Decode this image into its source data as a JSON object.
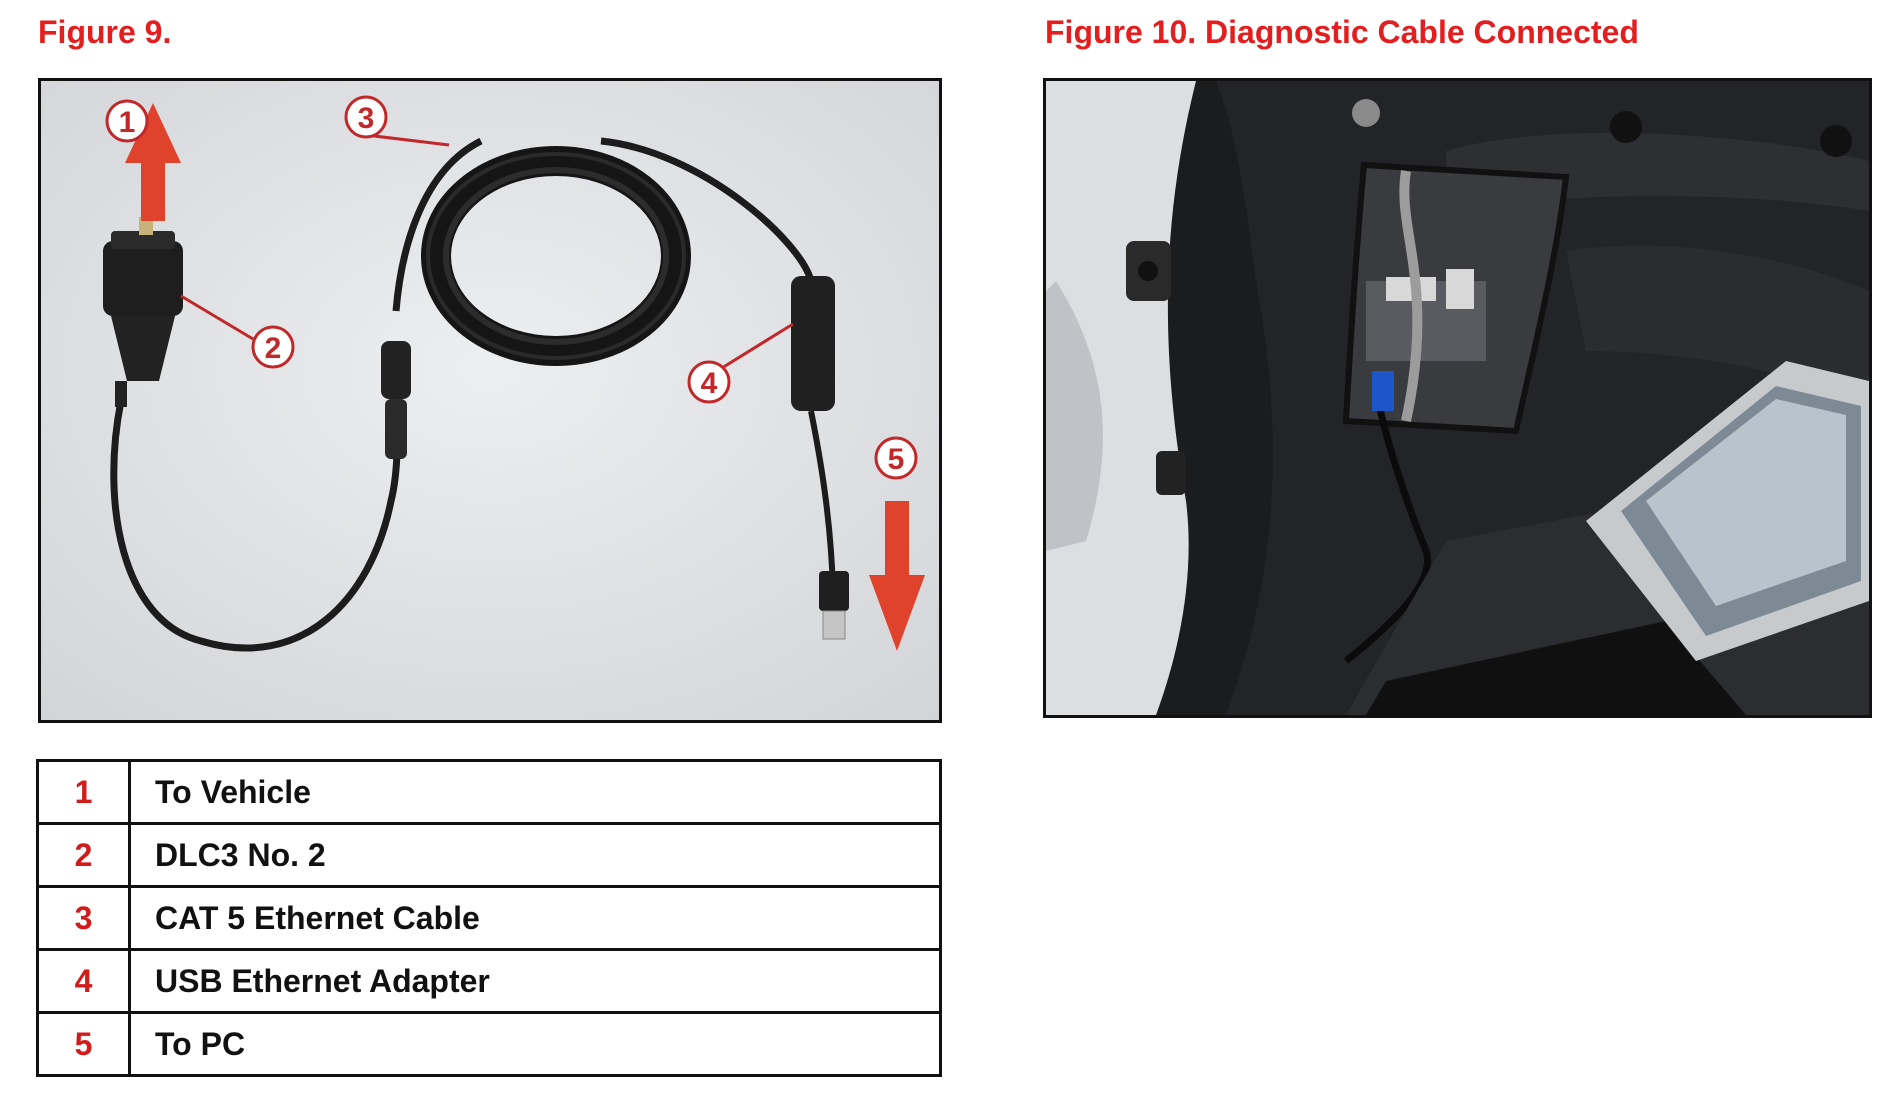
{
  "figure9": {
    "title": "Figure 9.",
    "callouts": [
      "1",
      "2",
      "3",
      "4",
      "5"
    ]
  },
  "figure10": {
    "title": "Figure 10.  Diagnostic Cable Connected"
  },
  "legend": [
    {
      "num": "1",
      "label": "To Vehicle"
    },
    {
      "num": "2",
      "label": "DLC3 No.  2"
    },
    {
      "num": "3",
      "label": "CAT 5 Ethernet Cable"
    },
    {
      "num": "4",
      "label": "USB Ethernet Adapter"
    },
    {
      "num": "5",
      "label": "To PC"
    }
  ],
  "colors": {
    "accent_red": "#e41e1e",
    "callout_red": "#c0282a",
    "arrow_red": "#e0432b",
    "border": "#111111"
  }
}
